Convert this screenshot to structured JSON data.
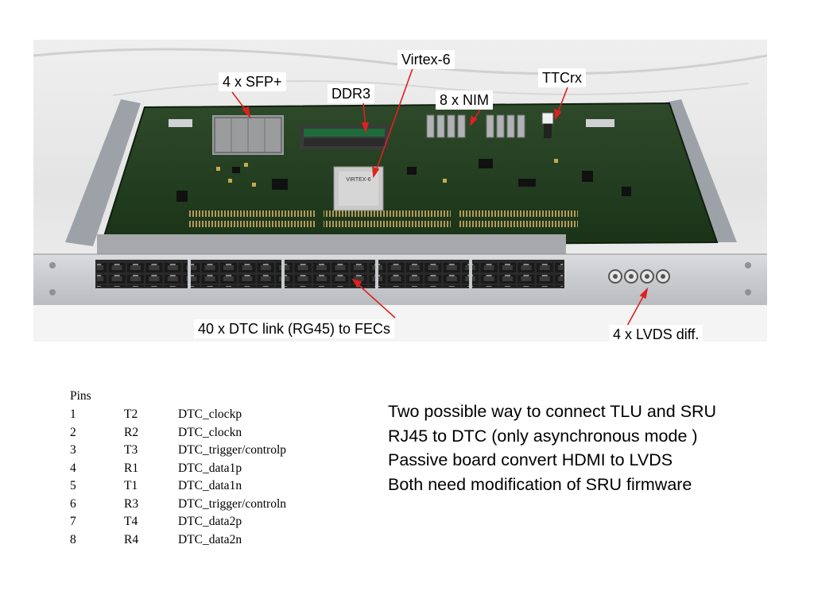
{
  "labels": {
    "sfp": "4 x SFP+",
    "ddr3": "DDR3",
    "virtex": "Virtex-6",
    "nim": "8 x NIM",
    "ttcrx": "TTCrx",
    "dtc_link": "40 x DTC link (RG45) to FECs",
    "lvds": "4 x LVDS diff.",
    "chip_marking": "VIRTEX-6"
  },
  "pins": {
    "title": "Pins",
    "rows": [
      {
        "num": "1",
        "ball": "T2",
        "signal": "DTC_clockp"
      },
      {
        "num": "2",
        "ball": "R2",
        "signal": "DTC_clockn"
      },
      {
        "num": "3",
        "ball": "T3",
        "signal": "DTC_trigger/controlp"
      },
      {
        "num": "4",
        "ball": "R1",
        "signal": "DTC_data1p"
      },
      {
        "num": "5",
        "ball": "T1",
        "signal": "DTC_data1n"
      },
      {
        "num": "6",
        "ball": "R3",
        "signal": "DTC_trigger/controln"
      },
      {
        "num": "7",
        "ball": "T4",
        "signal": "DTC_data2p"
      },
      {
        "num": "8",
        "ball": "R4",
        "signal": "DTC_data2n"
      }
    ]
  },
  "notes": [
    "Two possible way to connect TLU and SRU",
    "RJ45 to DTC (only asynchronous mode )",
    "Passive board convert HDMI to LVDS",
    "Both need modification of SRU firmware"
  ],
  "colors": {
    "pcb": "#1f3a1c",
    "rack": "#c8cbce",
    "arrow": "#e02020"
  }
}
